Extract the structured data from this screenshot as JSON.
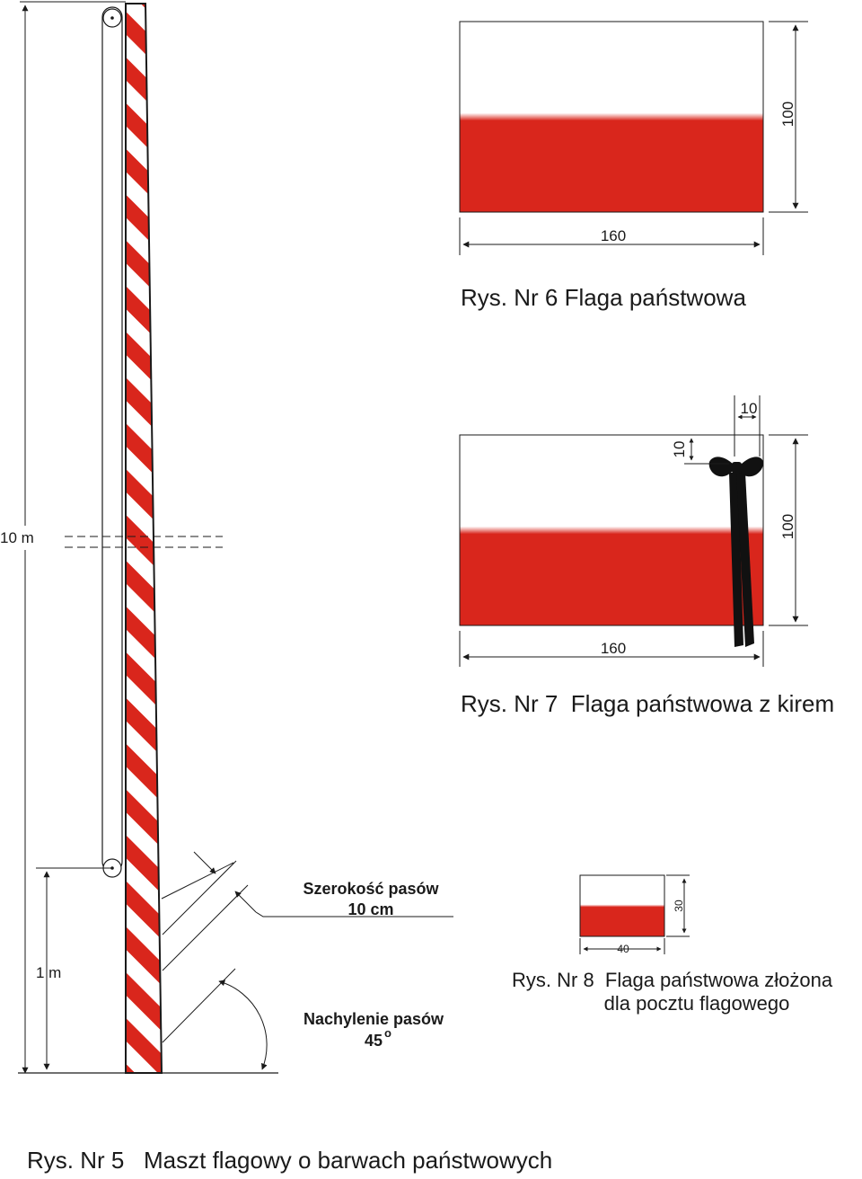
{
  "colors": {
    "red": "#d9261c",
    "white": "#ffffff",
    "black": "#111111",
    "line": "#1a1a1a"
  },
  "figure5": {
    "caption": "Rys. Nr 5   Maszt flagowy o barwach państwowych",
    "height_label": "10 m",
    "bottom_label": "1 m",
    "stripe_width_title": "Szerokość pasów",
    "stripe_width_value": "10 cm",
    "stripe_angle_title": "Nachylenie pasów",
    "stripe_angle_value": "45",
    "stripe_angle_unit": "o"
  },
  "figure6": {
    "caption": "Rys. Nr 6 Flaga państwowa",
    "width_label": "160",
    "height_label": "100"
  },
  "figure7": {
    "caption": "Rys. Nr 7  Flaga państwowa z kirem",
    "width_label": "160",
    "height_label": "100",
    "ribbon_offset_x": "10",
    "ribbon_offset_y": "10"
  },
  "figure8": {
    "caption_line1": "Rys. Nr 8  Flaga państwowa złożona",
    "caption_line2": "dla pocztu flagowego",
    "width_label": "40",
    "height_label": "30"
  }
}
